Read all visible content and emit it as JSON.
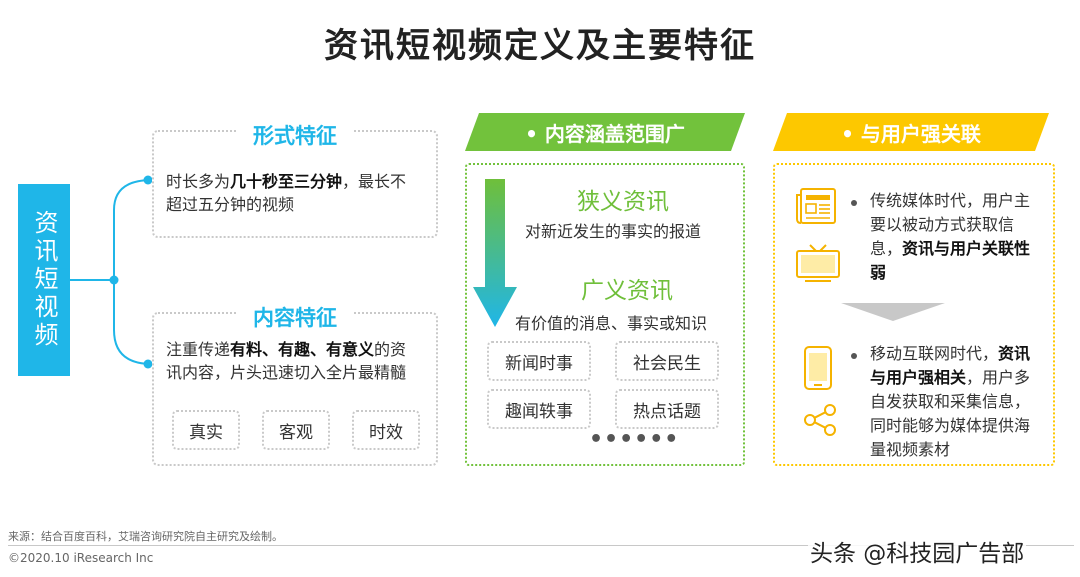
{
  "title": "资讯短视频定义及主要特征",
  "root": {
    "label": "资讯短视频",
    "color": "#1fb6e8"
  },
  "form_box": {
    "title": "形式特征",
    "text_pre": "时长多为",
    "text_bold": "几十秒至三分钟",
    "text_post": "，最长不超过五分钟的视频"
  },
  "content_box": {
    "title": "内容特征",
    "text_pre": "注重传递",
    "text_bold": "有料、有趣、有意义",
    "text_post": "的资讯内容，片头迅速切入全片最精髓",
    "tags": [
      "真实",
      "客观",
      "时效"
    ]
  },
  "coverage": {
    "banner": "• 内容涵盖范围广",
    "color": "#72c23c",
    "narrow_title": "狭义资讯",
    "narrow_desc": "对新近发生的事实的报道",
    "broad_title": "广义资讯",
    "broad_desc": "有价值的消息、事实或知识",
    "tags": [
      "新闻时事",
      "社会民生",
      "趣闻轶事",
      "热点话题"
    ],
    "more": "••••••"
  },
  "user_relation": {
    "banner": "• 与用户强关联",
    "color": "#fdc800",
    "traditional": {
      "text_pre": "传统媒体时代，用户主要以被动方式获取信息，",
      "text_bold": "资讯与用户关联性弱",
      "icons": [
        "newspaper-icon",
        "tv-icon"
      ]
    },
    "mobile": {
      "text_pre": "移动互联网时代，",
      "text_bold": "资讯与用户强相关",
      "text_post": "，用户多自发获取和采集信息，同时能够为媒体提供海量视频素材",
      "icons": [
        "phone-icon",
        "share-icon"
      ]
    }
  },
  "footer": {
    "source": "来源：结合百度百科，艾瑞咨询研究院自主研究及绘制。",
    "copyright": "©2020.10 iResearch Inc",
    "watermark": "头条 @科技园广告部"
  }
}
